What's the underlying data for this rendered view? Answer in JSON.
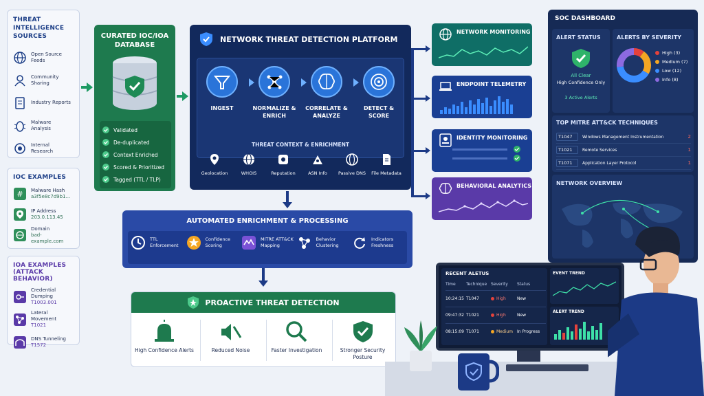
{
  "sources": {
    "title": "THREAT INTELLIGENCE SOURCES",
    "items": [
      {
        "label": "Open Source Feeds",
        "icon": "globe-icon"
      },
      {
        "label": "Community Sharing",
        "icon": "users-icon"
      },
      {
        "label": "Industry Reports",
        "icon": "report-icon"
      },
      {
        "label": "Malware Analysis",
        "icon": "bug-icon"
      },
      {
        "label": "Internal Research",
        "icon": "research-icon"
      }
    ]
  },
  "ioc_examples": {
    "title": "IOC EXAMPLES",
    "items": [
      {
        "label": "Malware Hash",
        "value": "a3f5e8c7d9b1..."
      },
      {
        "label": "IP Address",
        "value": "203.0.113.45"
      },
      {
        "label": "Domain",
        "value": "bad-example.com"
      }
    ]
  },
  "ioa_examples": {
    "title": "IOA EXAMPLES",
    "subtitle": "(ATTACK BEHAVIOR)",
    "items": [
      {
        "label": "Credential Dumping",
        "value": "T1003.001"
      },
      {
        "label": "Lateral Movement",
        "value": "T1021"
      },
      {
        "label": "DNS Tunneling",
        "value": "T1572"
      }
    ]
  },
  "database": {
    "title": "CURATED IOC/IOA DATABASE",
    "checks": [
      "Validated",
      "De-duplicated",
      "Context Enriched",
      "Scored & Prioritized",
      "Tagged (TTL / TLP)"
    ]
  },
  "platform": {
    "title": "NETWORK THREAT DETECTION PLATFORM",
    "stages": [
      "INGEST",
      "NORMALIZE & ENRICH",
      "CORRELATE & ANALYZE",
      "DETECT & SCORE"
    ],
    "context_title": "THREAT CONTEXT & ENRICHMENT",
    "context_items": [
      "Geolocation",
      "WHOIS",
      "Reputation",
      "ASN Info",
      "Passive DNS",
      "File Metadata"
    ]
  },
  "monitors": [
    {
      "label": "NETWORK MONITORING",
      "color": "#0f6e66"
    },
    {
      "label": "ENDPOINT TELEMETRY",
      "color": "#1a3f93"
    },
    {
      "label": "IDENTITY MONITORING",
      "color": "#1a3f93"
    },
    {
      "label": "BEHAVIORAL ANALYTICS",
      "color": "#5a3aa8"
    }
  ],
  "processing": {
    "title": "AUTOMATED ENRICHMENT & PROCESSING",
    "items": [
      "TTL Enforcement",
      "Confidence Scoring",
      "MITRE ATT&CK Mapping",
      "Behavior Clustering",
      "Indicators Freshness"
    ]
  },
  "proactive": {
    "title": "PROACTIVE THREAT DETECTION",
    "items": [
      "High Confidence Alerts",
      "Reduced Noise",
      "Faster Investigation",
      "Stronger Security Posture"
    ]
  },
  "soc": {
    "title": "SOC DASHBOARD",
    "alert_status_title": "ALERT STATUS",
    "all_clear": "All Clear",
    "high_conf": "High Confidence Only",
    "active_alerts": "3 Active Alerts",
    "severity_title": "ALERTS BY SEVERITY",
    "severity": [
      {
        "label": "High (3)",
        "value": 3,
        "color": "#e5423b"
      },
      {
        "label": "Medium (7)",
        "value": 7,
        "color": "#f5a623"
      },
      {
        "label": "Low (12)",
        "value": 12,
        "color": "#3a8dff"
      },
      {
        "label": "Info (8)",
        "value": 8,
        "color": "#8d6ae0"
      }
    ],
    "mitre_title": "TOP MITRE ATT&CK TECHNIQUES",
    "mitre": [
      {
        "id": "T1047",
        "name": "Windows Management Instrumentation",
        "count": "2"
      },
      {
        "id": "T1021",
        "name": "Remote Services",
        "count": "1"
      },
      {
        "id": "T1071",
        "name": "Application Layer Protocol",
        "count": "1"
      }
    ],
    "network_title": "NETWORK OVERVIEW"
  },
  "monitor_screen": {
    "recent_title": "RECENT ALETUS",
    "cols": [
      "Time",
      "Technique",
      "Severity",
      "Status"
    ],
    "rows": [
      {
        "time": "10:24:15",
        "tech": "T1047",
        "sev": "High",
        "status": "New",
        "color": "#e5423b"
      },
      {
        "time": "09:47:32",
        "tech": "T1021",
        "sev": "High",
        "status": "New",
        "color": "#e5423b"
      },
      {
        "time": "08:15:09",
        "tech": "T1071",
        "sev": "Medium",
        "status": "In Progress",
        "color": "#f5a623"
      }
    ],
    "event_trend": "EVENT TREND",
    "alert_trend": "ALERT TREND"
  }
}
